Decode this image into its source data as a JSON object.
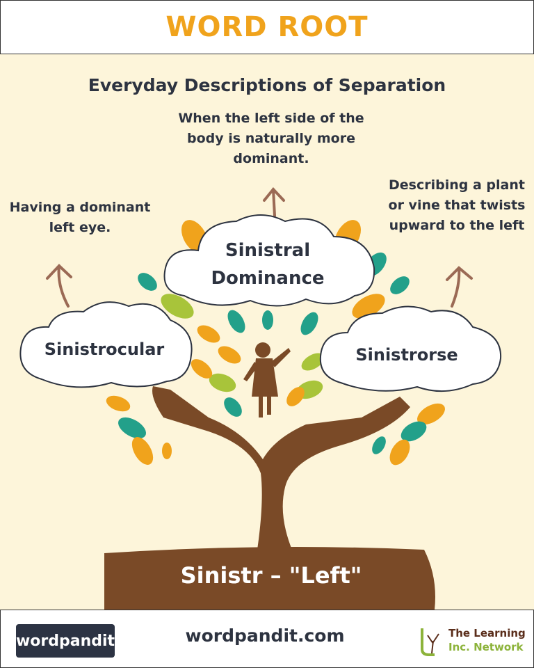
{
  "header": {
    "title": "WORD ROOT"
  },
  "subtitle": "Everyday Descriptions of Separation",
  "descriptions": {
    "center": "When the left side of the body is naturally more dominant.",
    "left": "Having a dominant left eye.",
    "right": "Describing a plant or vine that twists upward to the left"
  },
  "clouds": {
    "center": "Sinistral Dominance",
    "left": "Sinistrocular",
    "right": "Sinistrorse"
  },
  "root": "Sinistr – \"Left\"",
  "footer": {
    "logo_left": "wordpandit",
    "site": "wordpandit.com",
    "logo_right_line1": "The Learning",
    "logo_right_line2": "Inc. Network"
  },
  "colors": {
    "accent": "#f0a31c",
    "brown": "#7a4a27",
    "background": "#fdf5da",
    "teal": "#23a08a",
    "lime": "#a8c43a"
  }
}
